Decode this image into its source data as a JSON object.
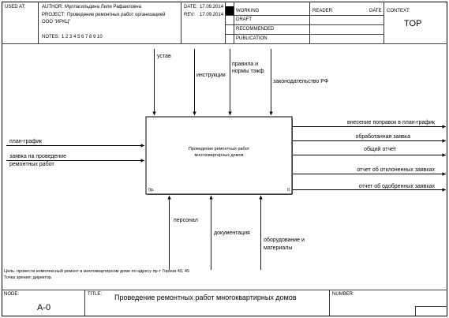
{
  "header": {
    "used_at": "USED AT:",
    "author_label": "AUTHOR:",
    "author_name": "Муллагильдина Лили Рафаиловна",
    "project_label": "PROJECT:",
    "project_name_1": "Проведение ремонтных работ организацией",
    "project_name_2": "ООО \"ИРКЦ\"",
    "notes_label": "NOTES:",
    "notes_numbers": "1 2 3 4 5 6 7 8 9 10",
    "date_label": "DATE:",
    "date_value": "17.09.2014",
    "rev_label": "REV:",
    "rev_value": "17.09.2014",
    "status_working": "WORKING",
    "status_draft": "DRAFT",
    "status_recommended": "RECOMMENDED",
    "status_publication": "PUBLICATION",
    "reader_label": "READER",
    "reader_date_label": "DATE",
    "context_label": "CONTEXT:",
    "context_value": "TOP"
  },
  "diagram": {
    "activity_line1": "Проведение ремонтных работ",
    "activity_line2": "многоквартирных домов",
    "activity_id": "0р.",
    "activity_num": "0",
    "controls": [
      "устав",
      "инструкции",
      "правила и",
      "нормы тэжф",
      "законодательство РФ"
    ],
    "inputs": [
      "план-график",
      "заявка на проведение",
      "ремонтных работ"
    ],
    "outputs": [
      "внесение поправок в план-график",
      "обработанная заявка",
      "общий отчет",
      "отчет об отклоненных заявках",
      "отчет об одобренных заявках"
    ],
    "mechanisms": [
      "персонал",
      "документация",
      "оборудование и",
      "материалы"
    ],
    "purpose": "Цель: провести комплексный ремонт в многоквартирном доме по адресу пр-т Горнов 40, 45",
    "viewpoint": "Точка зрения: директор"
  },
  "footer": {
    "node_label": "NODE:",
    "node_value": "А-0",
    "title_label": "TITLE:",
    "title_value": "Проведение ремонтных работ  многоквартирных домов",
    "number_label": "NUMBER:"
  }
}
